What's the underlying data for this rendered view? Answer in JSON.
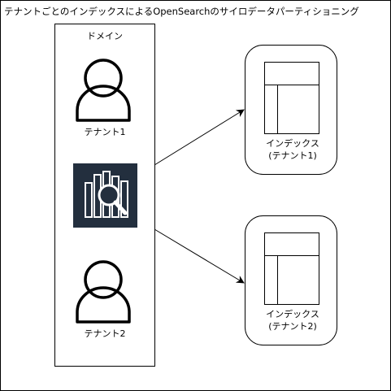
{
  "diagram": {
    "title": "テナントごとのインデックスによるOpenSearchのサイロデータパーティショニング",
    "domain_label": "ドメイン",
    "tenants": [
      {
        "label": "テナント1"
      },
      {
        "label": "テナント2"
      }
    ],
    "service_icon": {
      "name": "opensearch-icon",
      "bg_color": "#232f3e",
      "fg_color": "#ffffff"
    },
    "indices": [
      {
        "line1": "インデックス",
        "line2": "(テナント1)"
      },
      {
        "line1": "インデックス",
        "line2": "(テナント2)"
      }
    ],
    "colors": {
      "stroke": "#000000",
      "background": "#ffffff"
    }
  }
}
